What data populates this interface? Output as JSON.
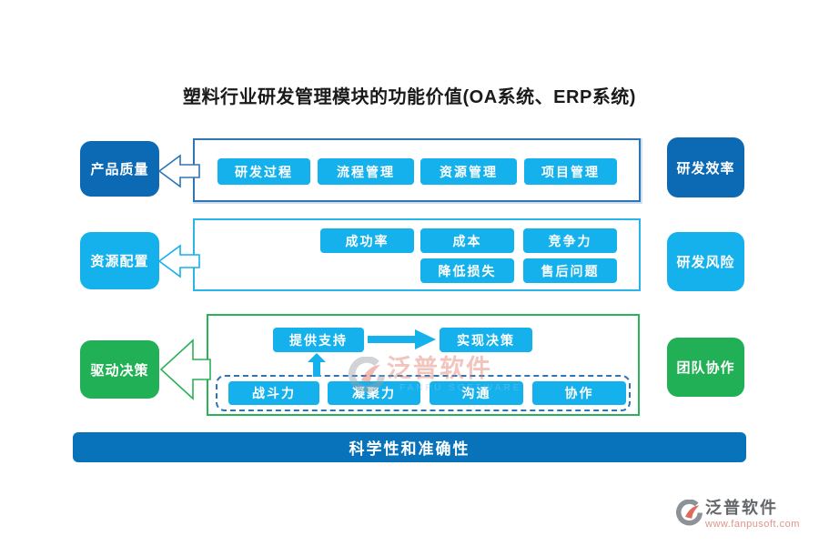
{
  "title": "塑料行业研发管理模块的功能价值(OA系统、ERP系统)",
  "rows": {
    "row1": {
      "left": "产品质量",
      "right": "研发效率",
      "buttons": [
        "研发过程",
        "流程管理",
        "资源管理",
        "项目管理"
      ]
    },
    "row2": {
      "left": "资源配置",
      "right": "研发风险",
      "top_buttons": [
        "成功率",
        "成本",
        "竞争力"
      ],
      "bottom_buttons": [
        "降低损失",
        "售后问题"
      ]
    },
    "row3": {
      "left": "驱动决策",
      "right": "团队协作",
      "support": "提供支持",
      "decision": "实现决策",
      "team_buttons": [
        "战斗力",
        "凝聚力",
        "沟通",
        "协作"
      ]
    }
  },
  "banner": "科学性和准确性",
  "watermark": {
    "name": "泛普软件",
    "subtitle": "FANPU SOFTWARE"
  },
  "footer": {
    "brand": "泛普软件",
    "website": "www.fanpusoft.com"
  },
  "colors": {
    "dark_blue": "#0c69b3",
    "cyan": "#14b1ec",
    "green": "#21b055",
    "row1_border": "#2e75b6",
    "row2_border": "#29b5ea",
    "row3_border": "#2bb157",
    "dashed_border": "#2e75b6",
    "banner_blue": "#0873ba"
  }
}
